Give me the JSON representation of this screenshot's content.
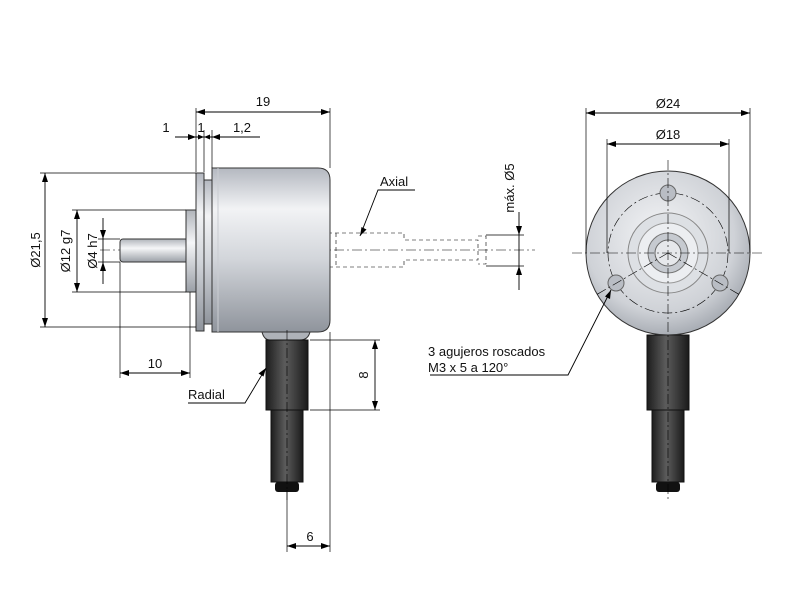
{
  "dimensions": {
    "overall_length": "19",
    "flange_1": "1",
    "flange_2": "1",
    "flange_3": "1,2",
    "body_diameter": "Ø21,5",
    "pilot_diameter": "Ø12 g7",
    "shaft_diameter": "Ø4 h7",
    "shaft_length": "10",
    "cable_height": "8",
    "cable_width": "6",
    "axial_max": "máx. Ø5",
    "front_outer": "Ø24",
    "front_pcd": "Ø18"
  },
  "labels": {
    "axial": "Axial",
    "radial": "Radial",
    "holes_line1": "3 agujeros roscados",
    "holes_line2": "M3 x 5 a 120°"
  },
  "colors": {
    "body_light": "#e8eaee",
    "body_dark": "#9ea3ab",
    "cable_dark": "#2a2a2a",
    "cable_light": "#5a5a5a"
  }
}
